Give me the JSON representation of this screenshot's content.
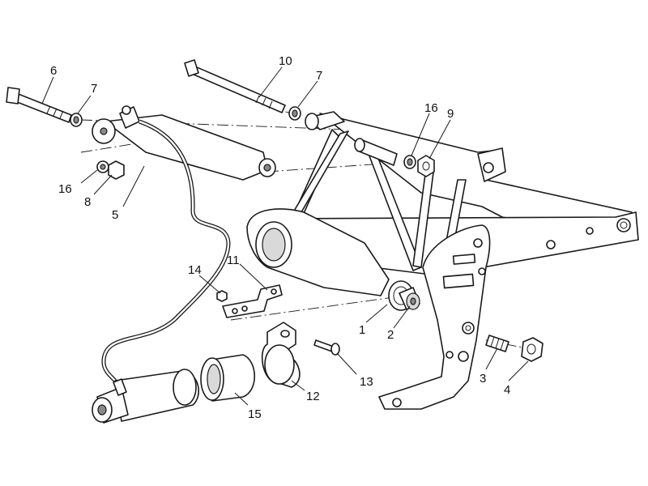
{
  "colors": {
    "background": "#ffffff",
    "line": "#1a1a1a",
    "shade": "#d9d9d9"
  },
  "callouts": {
    "c1": "1",
    "c2": "2",
    "c3": "3",
    "c4": "4",
    "c5": "5",
    "c6": "6",
    "c7a": "7",
    "c7b": "7",
    "c8": "8",
    "c9": "9",
    "c10": "10",
    "c11": "11",
    "c12": "12",
    "c13": "13",
    "c14": "14",
    "c15": "15",
    "c16a": "16",
    "c16b": "16"
  }
}
